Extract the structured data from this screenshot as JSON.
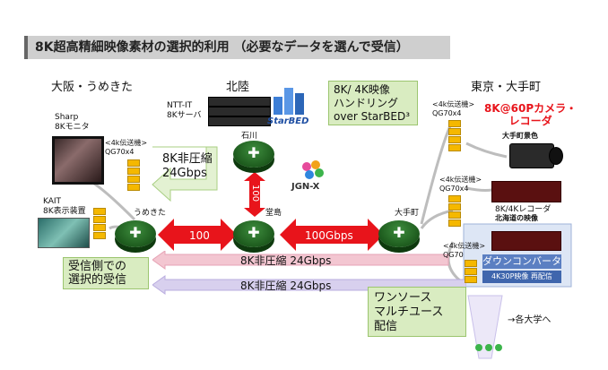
{
  "title": "8K超高精細映像素材の選択的利用 （必要なデータを選んで受信）",
  "regions": {
    "osaka": "大阪・うめきた",
    "hokuriku": "北陸",
    "tokyo": "東京・大手町"
  },
  "left": {
    "sharp": [
      "Sharp",
      "8Kモニタ"
    ],
    "kait": [
      "KAIT",
      "8K表示装置"
    ],
    "transfer": [
      "<4k伝送機>",
      "QG70x4"
    ]
  },
  "hokuriku": {
    "ntt": [
      "NTT-IT",
      "8Kサーバ"
    ],
    "starbed": "StarBED",
    "ishikawa": "石川"
  },
  "nodes": {
    "umekita": "うめきた",
    "dojima": "堂島",
    "otemachi": "大手町",
    "jgnx": "JGN-X"
  },
  "links": {
    "left": "100",
    "right": "100Gbps",
    "vertical": "100"
  },
  "uncompressed_left": [
    "8K非圧縮",
    "24Gbps"
  ],
  "starbed_box": [
    "8K/ 4K映像",
    "ハンドリング",
    "over StarBED³"
  ],
  "receive_box": [
    "受信側での",
    "選択的受信"
  ],
  "flows": [
    "8K非圧縮 24Gbps",
    "8K非圧縮 24Gbps"
  ],
  "one_source": [
    "ワンソース",
    "マルチユース",
    "配信"
  ],
  "right": {
    "transfer1": [
      "<4k伝送機>",
      "QG70x4"
    ],
    "transfer2": [
      "<4k伝送機>",
      "QG70x4"
    ],
    "transfer3": [
      "<4k伝送機>",
      "QG70"
    ],
    "camera_title": [
      "8K@60Pカメラ・",
      "レコーダ"
    ],
    "camera_sub": "大手町景色",
    "recorder_title": "8K/4Kレコーダ",
    "recorder_sub": "北海道の映像",
    "downconverter": "ダウンコンバータ",
    "downconverter_sub": "4K30P映像 再配信",
    "universities": "→各大学へ"
  },
  "colors": {
    "arrow_red": "#e8141b",
    "router_green": "#1d5a1d",
    "green_box": "#d9ecc1",
    "pink_flow": "#f3c6d1",
    "lavender_flow": "#d8d0ee"
  }
}
